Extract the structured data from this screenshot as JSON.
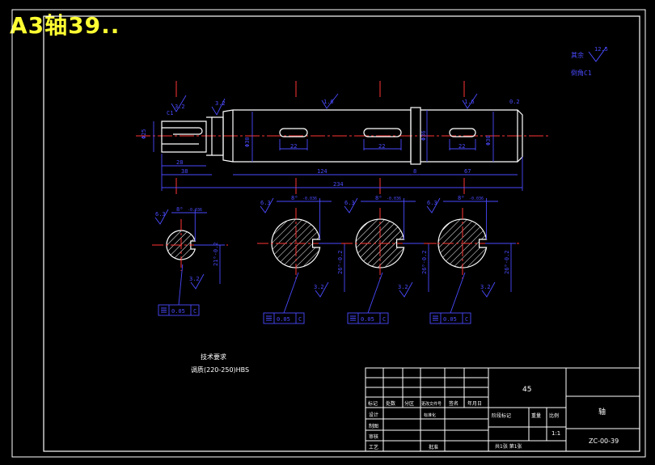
{
  "overlay_title": "A3轴39..",
  "roughness_note": {
    "prefix": "其余",
    "value": "12.5",
    "chamfer": "倒角C1"
  },
  "shaft_dims": {
    "left_dia": "Φ25",
    "mid_dia": "Φ30",
    "collar_dia": "Φ36",
    "right_dia": "Φ30",
    "key1_len": "22",
    "key2_len": "22",
    "key3_len": "22",
    "seg_28": "28",
    "seg_38": "38",
    "seg_124": "124",
    "seg_8": "8",
    "seg_67": "67",
    "overall": "234",
    "chamfer_c1": "C1",
    "rough_left": "3.2",
    "rough_shoulder": "3.2",
    "rough_mid": "1.6",
    "rough_right": "1.6",
    "rough_end": "0.2"
  },
  "sections": [
    {
      "width": "8",
      "width_tol": "-0.036",
      "depth": "21",
      "depth_tol": "-0.2",
      "rough_top": "6.3",
      "rough_side": "3.2",
      "tol_value": "0.05",
      "tol_datum": "C"
    },
    {
      "width": "8",
      "width_tol": "-0.036",
      "depth": "26",
      "depth_tol": "-0.2",
      "rough_top": "6.3",
      "rough_side": "3.2",
      "tol_value": "0.05",
      "tol_datum": "C"
    },
    {
      "width": "8",
      "width_tol": "-0.036",
      "depth": "26",
      "depth_tol": "-0.2",
      "rough_top": "6.3",
      "rough_side": "3.2",
      "tol_value": "0.05",
      "tol_datum": "C"
    },
    {
      "width": "8",
      "width_tol": "-0.036",
      "depth": "26",
      "depth_tol": "-0.2",
      "rough_top": "6.3",
      "rough_side": "3.2",
      "tol_value": "0.05",
      "tol_datum": "C"
    }
  ],
  "tech_requirements": {
    "heading": "技术要求",
    "line1": "调质(220-250)HBS"
  },
  "title_block": {
    "material": "45",
    "part_name": "轴",
    "drawing_no": "ZC-00-39",
    "scale": "1:1",
    "stage_label": "阶段标记",
    "weight_label": "重量",
    "scale_label": "比例",
    "sheet_info": "共1张 第1张",
    "header_cols": [
      "标记",
      "处数",
      "分区",
      "更改文件号",
      "签名",
      "年月日"
    ],
    "rows": [
      "设计",
      "制图",
      "审核",
      "工艺"
    ],
    "standard": "标准化",
    "approve": "批准"
  }
}
